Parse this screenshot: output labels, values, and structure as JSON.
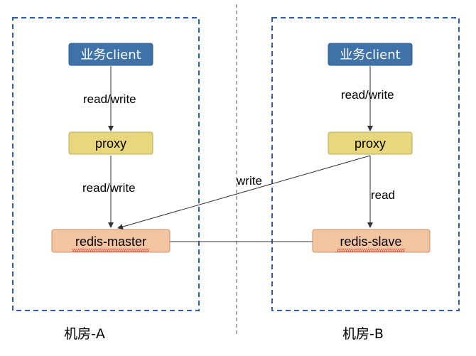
{
  "rooms": {
    "a": {
      "label": "机房-A"
    },
    "b": {
      "label": "机房-B"
    }
  },
  "nodes": {
    "client_a": {
      "label": "业务client",
      "fill": "#3f72a8"
    },
    "client_b": {
      "label": "业务client",
      "fill": "#3f72a8"
    },
    "proxy_a": {
      "label": "proxy",
      "fill": "#e8d77c"
    },
    "proxy_b": {
      "label": "proxy",
      "fill": "#e8d77c"
    },
    "redis_master": {
      "label": "redis-master",
      "fill": "#f3c4a0"
    },
    "redis_slave": {
      "label": "redis-slave",
      "fill": "#f3c4a0"
    }
  },
  "edges": {
    "client_a_to_proxy_a": "read/write",
    "proxy_a_to_master": "read/write",
    "client_b_to_proxy_b": "read/write",
    "proxy_b_to_slave": "read",
    "proxy_b_to_master": "write"
  },
  "colors": {
    "room_border": "#2f5fb0",
    "divider": "#555555",
    "node_border_client": "#2e5c8f",
    "node_border_proxy": "#b9a855",
    "node_border_redis": "#c9906a",
    "spellcheck_underline": "#d03030"
  }
}
